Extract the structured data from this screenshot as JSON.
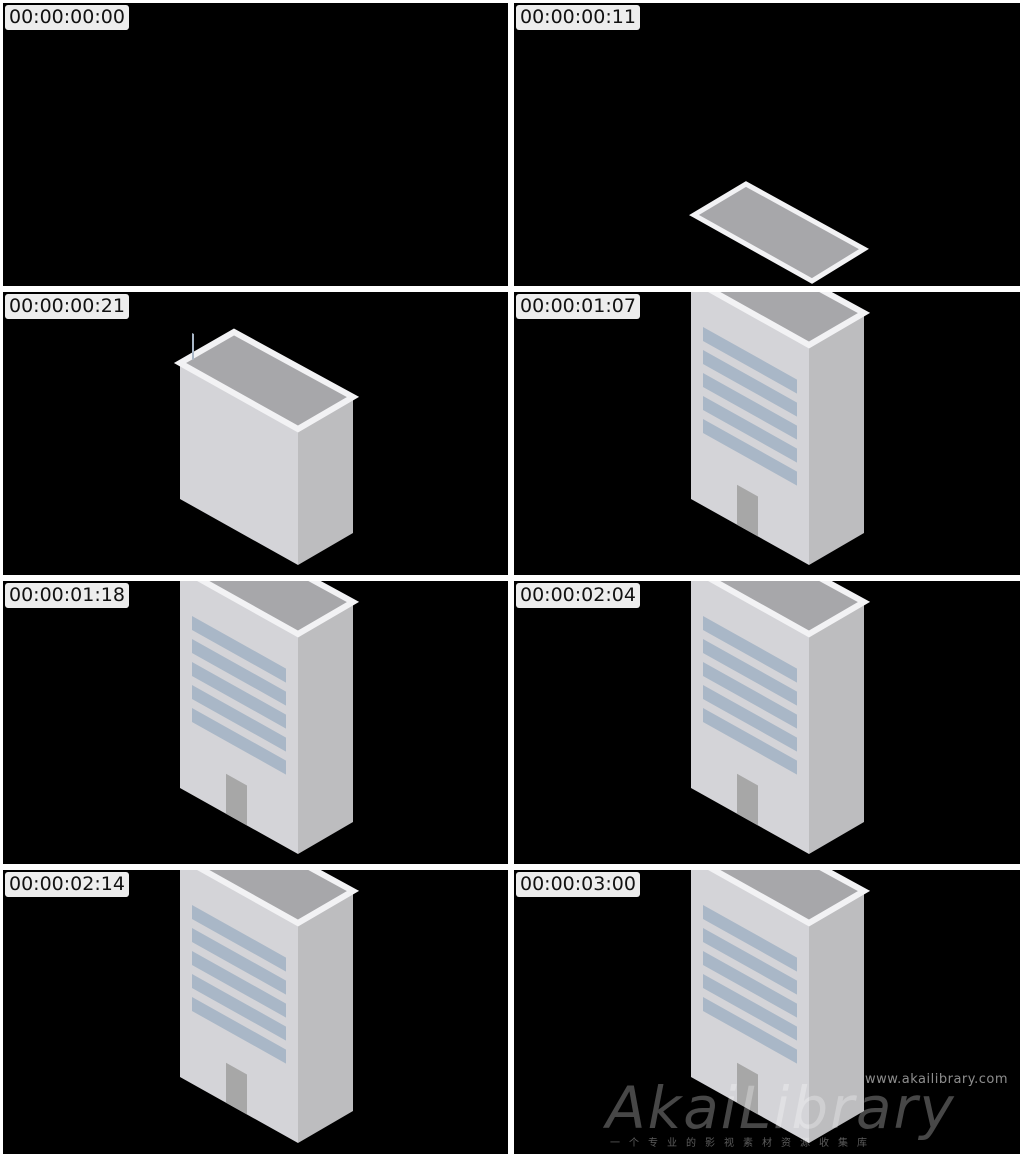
{
  "frames": [
    {
      "timecode": "00:00:00:00",
      "stage": "empty"
    },
    {
      "timecode": "00:00:00:11",
      "stage": "footprint"
    },
    {
      "timecode": "00:00:00:21",
      "stage": "low-block"
    },
    {
      "timecode": "00:00:01:07",
      "stage": "full"
    },
    {
      "timecode": "00:00:01:18",
      "stage": "full"
    },
    {
      "timecode": "00:00:02:04",
      "stage": "full"
    },
    {
      "timecode": "00:00:02:14",
      "stage": "full"
    },
    {
      "timecode": "00:00:03:00",
      "stage": "full"
    }
  ],
  "colors": {
    "background": "#000000",
    "roof_fill": "#a7a7aa",
    "roof_rim": "#f2f2f4",
    "left_wall": "#d4d4d8",
    "right_wall": "#bdbdbf",
    "window": "#a9b7c7",
    "door": "#a7a7a7"
  },
  "watermark": {
    "logo": "AkaiLibrary",
    "url": "www.akailibrary.com",
    "tagline": "一个专业的影视素材资源收集库"
  }
}
